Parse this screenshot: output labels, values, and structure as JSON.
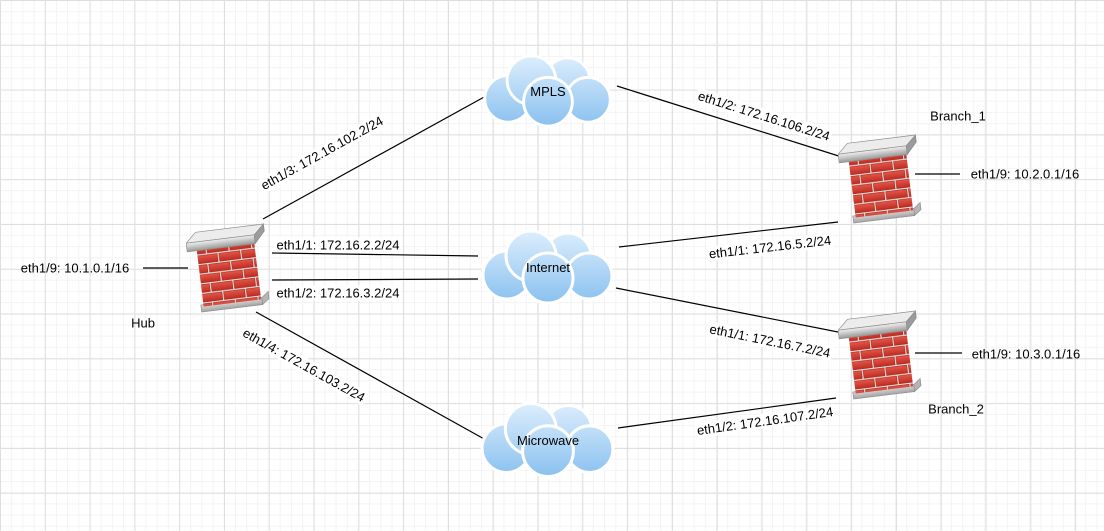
{
  "nodes": {
    "hub": {
      "label": "Hub",
      "type": "firewall"
    },
    "branch1": {
      "label": "Branch_1",
      "type": "firewall"
    },
    "branch2": {
      "label": "Branch_2",
      "type": "firewall"
    },
    "mpls": {
      "label": "MPLS",
      "type": "cloud"
    },
    "internet": {
      "label": "Internet",
      "type": "cloud"
    },
    "microwave": {
      "label": "Microwave",
      "type": "cloud"
    }
  },
  "links": [
    {
      "from": "hub",
      "to": "mpls",
      "label": "eth1/3: 172.16.102.2/24"
    },
    {
      "from": "mpls",
      "to": "branch1",
      "label": "eth1/2: 172.16.106.2/24"
    },
    {
      "from": "hub",
      "to": "internet",
      "label": "eth1/1: 172.16.2.2/24"
    },
    {
      "from": "hub",
      "to": "internet",
      "label": "eth1/2: 172.16.3.2/24"
    },
    {
      "from": "internet",
      "to": "branch1",
      "label": "eth1/1: 172.16.5.2/24"
    },
    {
      "from": "internet",
      "to": "branch2",
      "label": "eth1/1: 172.16.7.2/24"
    },
    {
      "from": "hub",
      "to": "microwave",
      "label": "eth1/4: 172.16.103.2/24"
    },
    {
      "from": "microwave",
      "to": "branch2",
      "label": "eth1/2: 172.16.107.2/24"
    },
    {
      "from": "hub",
      "to": "lan",
      "label": "eth1/9: 10.1.0.1/16"
    },
    {
      "from": "branch1",
      "to": "lan",
      "label": "eth1/9: 10.2.0.1/16"
    },
    {
      "from": "branch2",
      "to": "lan",
      "label": "eth1/9: 10.3.0.1/16"
    }
  ],
  "icons": {
    "firewall": "brick-wall-firewall-icon",
    "cloud": "cloud-icon"
  },
  "colors": {
    "connector_line": "#000000",
    "firewall_brick_red": "#cf352a",
    "firewall_metal_gray": "#b9b9b9",
    "cloud_blue_top": "#d9ecfc",
    "cloud_blue_bottom": "#8ac1f0",
    "grid_minor": "#f3f3f3",
    "grid_major": "#dedede"
  }
}
